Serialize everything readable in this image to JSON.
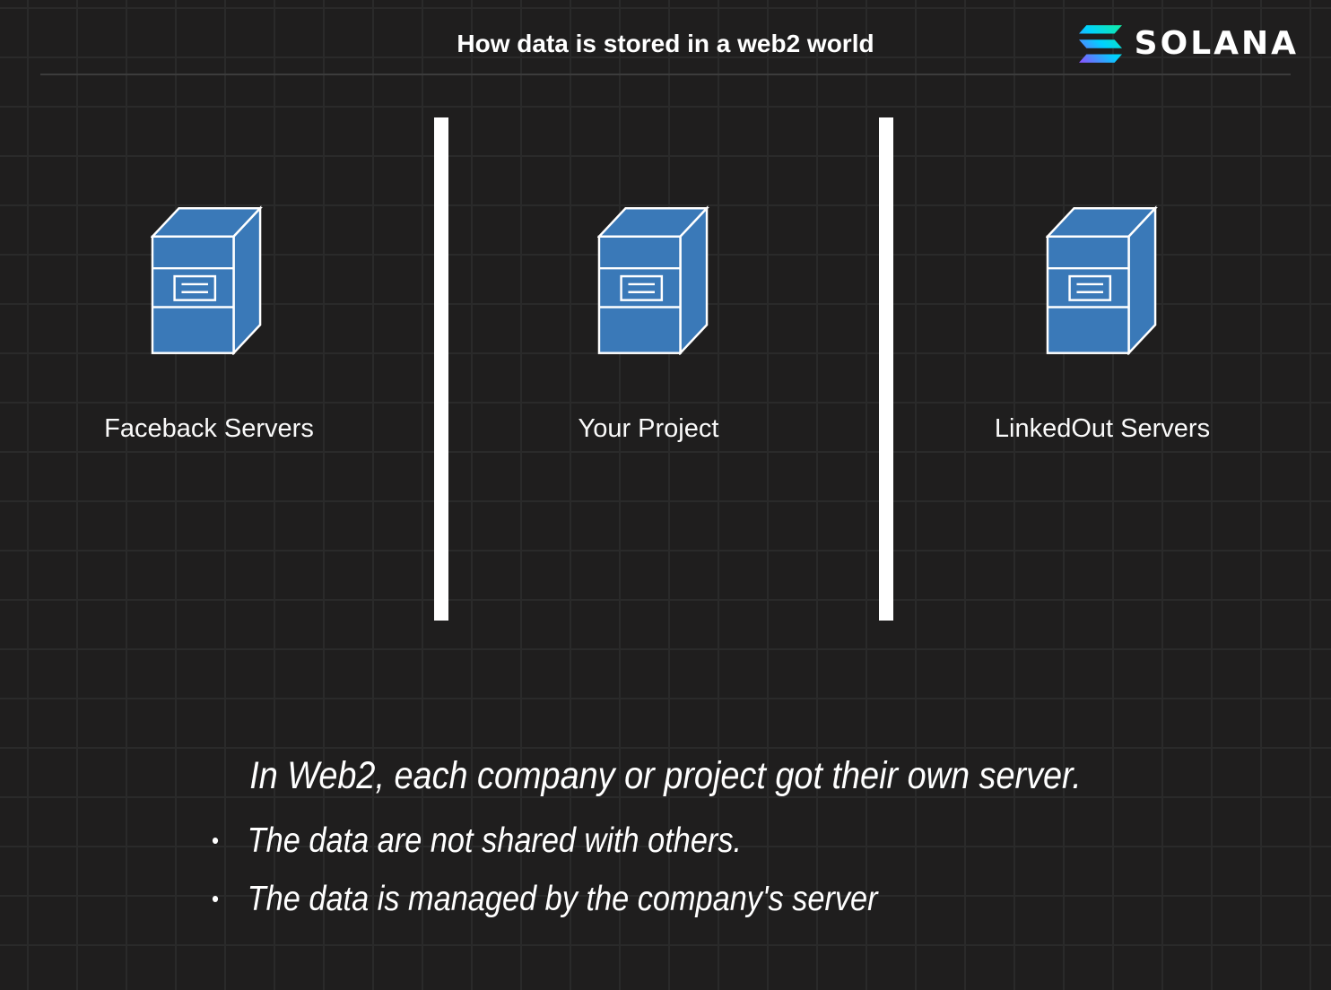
{
  "slide": {
    "title": "How data is stored in a web2 world",
    "brand": {
      "name": "SOLANA"
    },
    "servers": [
      {
        "label": "Faceback Servers"
      },
      {
        "label": "Your Project"
      },
      {
        "label": "LinkedOut Servers"
      }
    ],
    "notes": {
      "heading": "In Web2, each company or project got their own server.",
      "bullet_char": "•",
      "bullets": [
        "The data are not shared with others.",
        "The data is managed by the company's server"
      ]
    },
    "colors": {
      "background": "#1f1e1e",
      "grid_line": "#2a2a2a",
      "server_blue": "#3a79b8",
      "server_outline": "#ffffff",
      "separator_bar": "#ffffff",
      "header_rule": "#3c3c3c",
      "solana_gradient_start": "#9945ff",
      "solana_gradient_mid": "#00d1ff",
      "solana_gradient_end": "#14f195",
      "text": "#ffffff"
    }
  }
}
